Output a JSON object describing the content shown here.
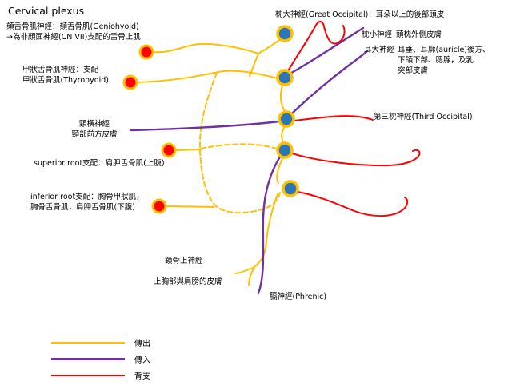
{
  "title": "Cervical plexus",
  "colors": {
    "efferent": "#FFC000",
    "afferent": "#7030A0",
    "dorsal": "#FF0000",
    "node_fill": "#2E75B6",
    "muscle_fill": "#FF0000",
    "ring": "#FFC000",
    "text": "#000000"
  },
  "labels": {
    "geniohyoid": "頦舌骨肌神經：頦舌骨肌(Geniohyoid)\n→為非顏面神經(CN VII)支配的舌骨上肌",
    "thyrohyoid": "甲狀舌骨肌神經：支配\n甲狀舌骨肌(Thyrohyoid)",
    "transverse_cervical": "頸橫神經\n頸部前方皮膚",
    "superior_root": "superior root支配：肩胛舌骨肌(上腹)",
    "inferior_root": "inferior root支配：胸骨甲狀肌，\n胸骨舌骨肌，肩胛舌骨肌(下腹)",
    "great_occipital": "枕大神經(Great Occipital)：耳朵以上的後部頭皮",
    "lesser_occipital": "枕小神經",
    "lesser_occipital_skin": "頭枕外側皮膚",
    "great_auricular": "耳大神經",
    "great_auricular_skin": "耳垂、耳廓(auricle)後方、\n下頜下部、腮腺，及乳\n突部皮膚",
    "third_occipital": "第三枕神經(Third Occipital)",
    "supraclavicular": "鎖骨上神經",
    "supraclavicular_skin": "上胸部與肩膀的皮膚",
    "phrenic": "膈神經(Phrenic)"
  },
  "legend": [
    {
      "label": "傳出"
    },
    {
      "label": "傳入"
    },
    {
      "label": "背支"
    }
  ]
}
